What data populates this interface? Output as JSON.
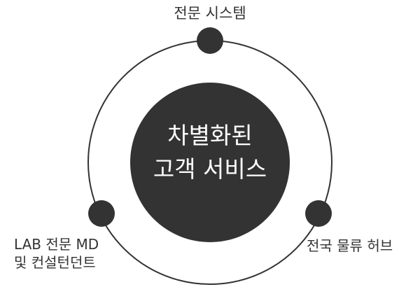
{
  "colors": {
    "ring": "#333333",
    "node": "#333333",
    "center": "#333333",
    "center_text": "#ffffff",
    "label_text": "#333333"
  },
  "center": {
    "line1": "차별화된",
    "line2": "고객 서비스"
  },
  "nodes": {
    "top": {
      "label": "전문 시스템"
    },
    "right": {
      "label": "전국 물류 허브"
    },
    "left": {
      "line1": "LAB 전문 MD",
      "line2": "및 컨설턴던트"
    }
  }
}
